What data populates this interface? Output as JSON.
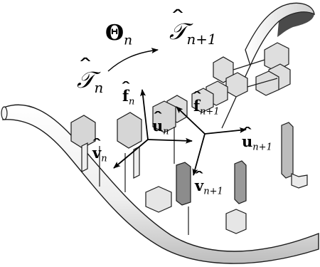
{
  "colors": {
    "ink": "#000000",
    "backbone": "#f2f2f2",
    "base_fill": "#d9d9d9",
    "outline": "#1a1a1a"
  },
  "labels": {
    "theta": {
      "main": "Θ",
      "sub": "n"
    },
    "t_n": {
      "main": "𝒯",
      "sub": "n"
    },
    "t_n1": {
      "main": "𝒯",
      "sub": "n+1"
    },
    "f_n": {
      "main": "f",
      "sub": "n"
    },
    "u_n": {
      "main": "u",
      "sub": "n"
    },
    "v_n": {
      "main": "v",
      "sub": "n"
    },
    "f_n1": {
      "main": "f",
      "sub": "n+1"
    },
    "u_n1": {
      "main": "u",
      "sub": "n+1"
    },
    "v_n1": {
      "main": "v",
      "sub": "n+1"
    }
  }
}
